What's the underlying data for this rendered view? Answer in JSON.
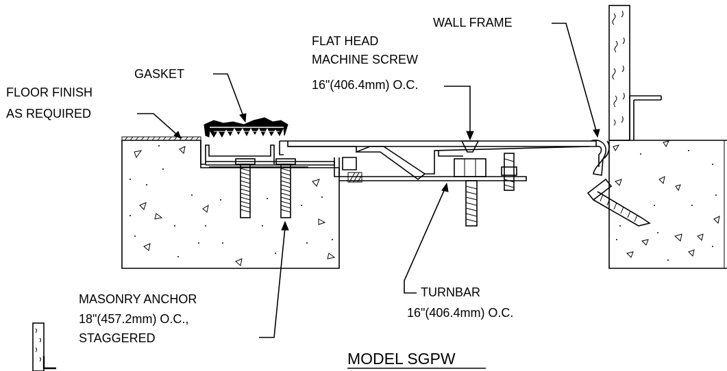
{
  "title": "MODEL SGPW",
  "labels": {
    "wall_frame": "WALL FRAME",
    "flat_head_1": "FLAT HEAD",
    "flat_head_2": "MACHINE SCREW",
    "flat_head_3": "16\"(406.4mm) O.C.",
    "gasket": "GASKET",
    "floor_finish_1": "FLOOR FINISH",
    "floor_finish_2": "AS REQUIRED",
    "masonry_1": "MASONRY ANCHOR",
    "masonry_2": "18\"(457.2mm) O.C.,",
    "masonry_3": "STAGGERED",
    "turnbar_1": "TURNBAR",
    "turnbar_2": "16\"(406.4mm) O.C."
  }
}
